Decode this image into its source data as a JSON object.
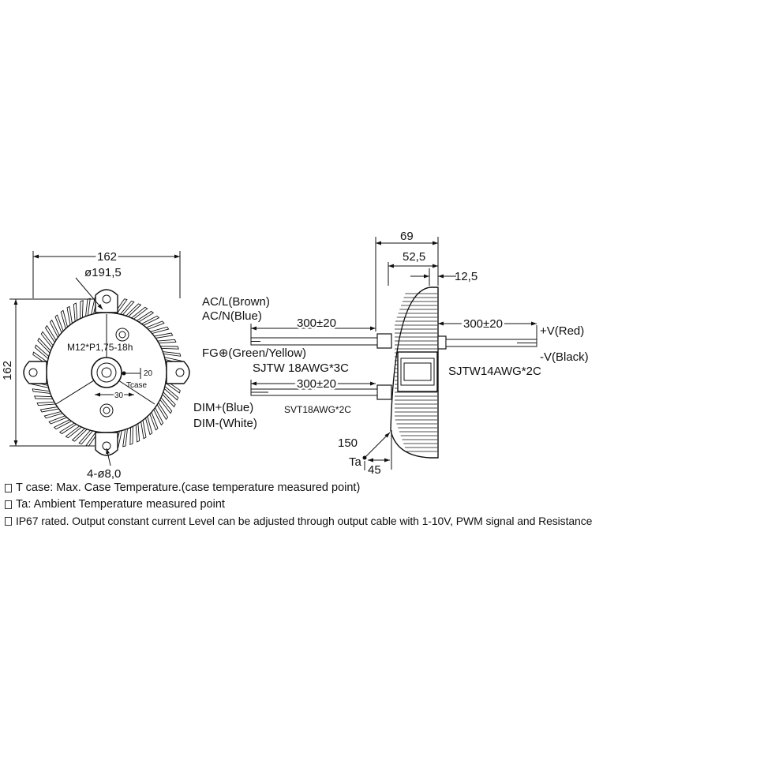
{
  "front_view": {
    "width_dim": "162",
    "diameter_dim": "ø191,5",
    "height_dim": "162",
    "thread_label": "M12*P1,75-18h",
    "tcase_dim": "20",
    "tcase_label": "Tcase",
    "tcase_offset_dim": "30",
    "mount_holes": "4-ø8,0"
  },
  "side_view": {
    "depth_dim": "69",
    "body_dim": "52,5",
    "offset_dim": "12,5",
    "ac_cable_length": "300±20",
    "ac_l_label": "AC/L(Brown)",
    "ac_n_label": "AC/N(Blue)",
    "fg_label": "FG⊕(Green/Yellow)",
    "ac_cable_type": "SJTW 18AWG*3C",
    "dim_cable_length": "300±20",
    "dim_pos_label": "DIM+(Blue)",
    "dim_neg_label": "DIM-(White)",
    "dim_cable_type": "SVT18AWG*2C",
    "out_cable_length": "300±20",
    "vpos_label": "+V(Red)",
    "vneg_label": "-V(Black)",
    "out_cable_type": "SJTW14AWG*2C",
    "ta_dist": "150",
    "ta_label": "Ta",
    "ta_offset": "45"
  },
  "notes": [
    "T case: Max. Case Temperature.(case temperature measured point)",
    "Ta: Ambient Temperature measured point",
    "IP67 rated. Output constant current  Level  can be adjusted through output cable with 1-10V, PWM signal and Resistance"
  ]
}
